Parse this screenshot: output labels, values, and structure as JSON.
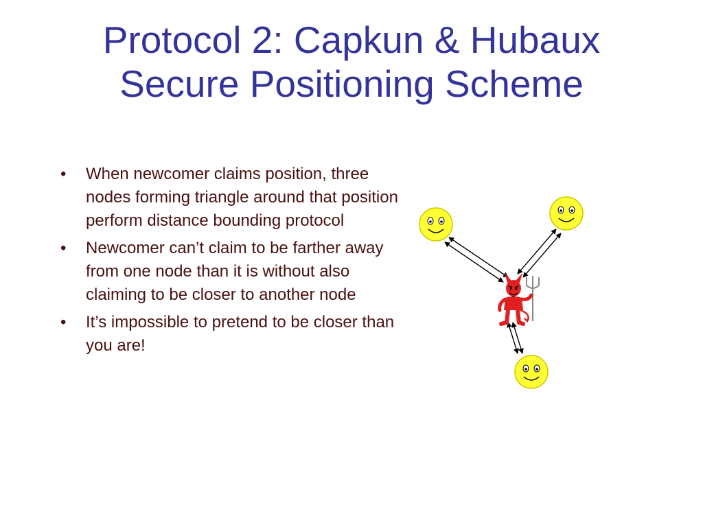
{
  "slide": {
    "title_line1": "Protocol 2: Capkun & Hubaux",
    "title_line2": "Secure Positioning Scheme",
    "bullet_glyph": "•",
    "bullets": [
      "When newcomer claims position, three nodes forming triangle around that position perform distance bounding protocol",
      "Newcomer can’t claim to be farther away from one node than it is without also claiming to be closer to another node",
      "It’s impossible to pretend to be closer than you are!"
    ]
  },
  "diagram": {
    "node_icon": "smiley-face-icon",
    "adversary_icon": "devil-with-pitchfork-icon",
    "colors": {
      "node_fill": "#ffff33",
      "node_stroke": "#c8c800",
      "face_features": "#000000",
      "adversary_red": "#e02020",
      "pitchfork_gray": "#888888",
      "arrows": "#000000"
    }
  }
}
